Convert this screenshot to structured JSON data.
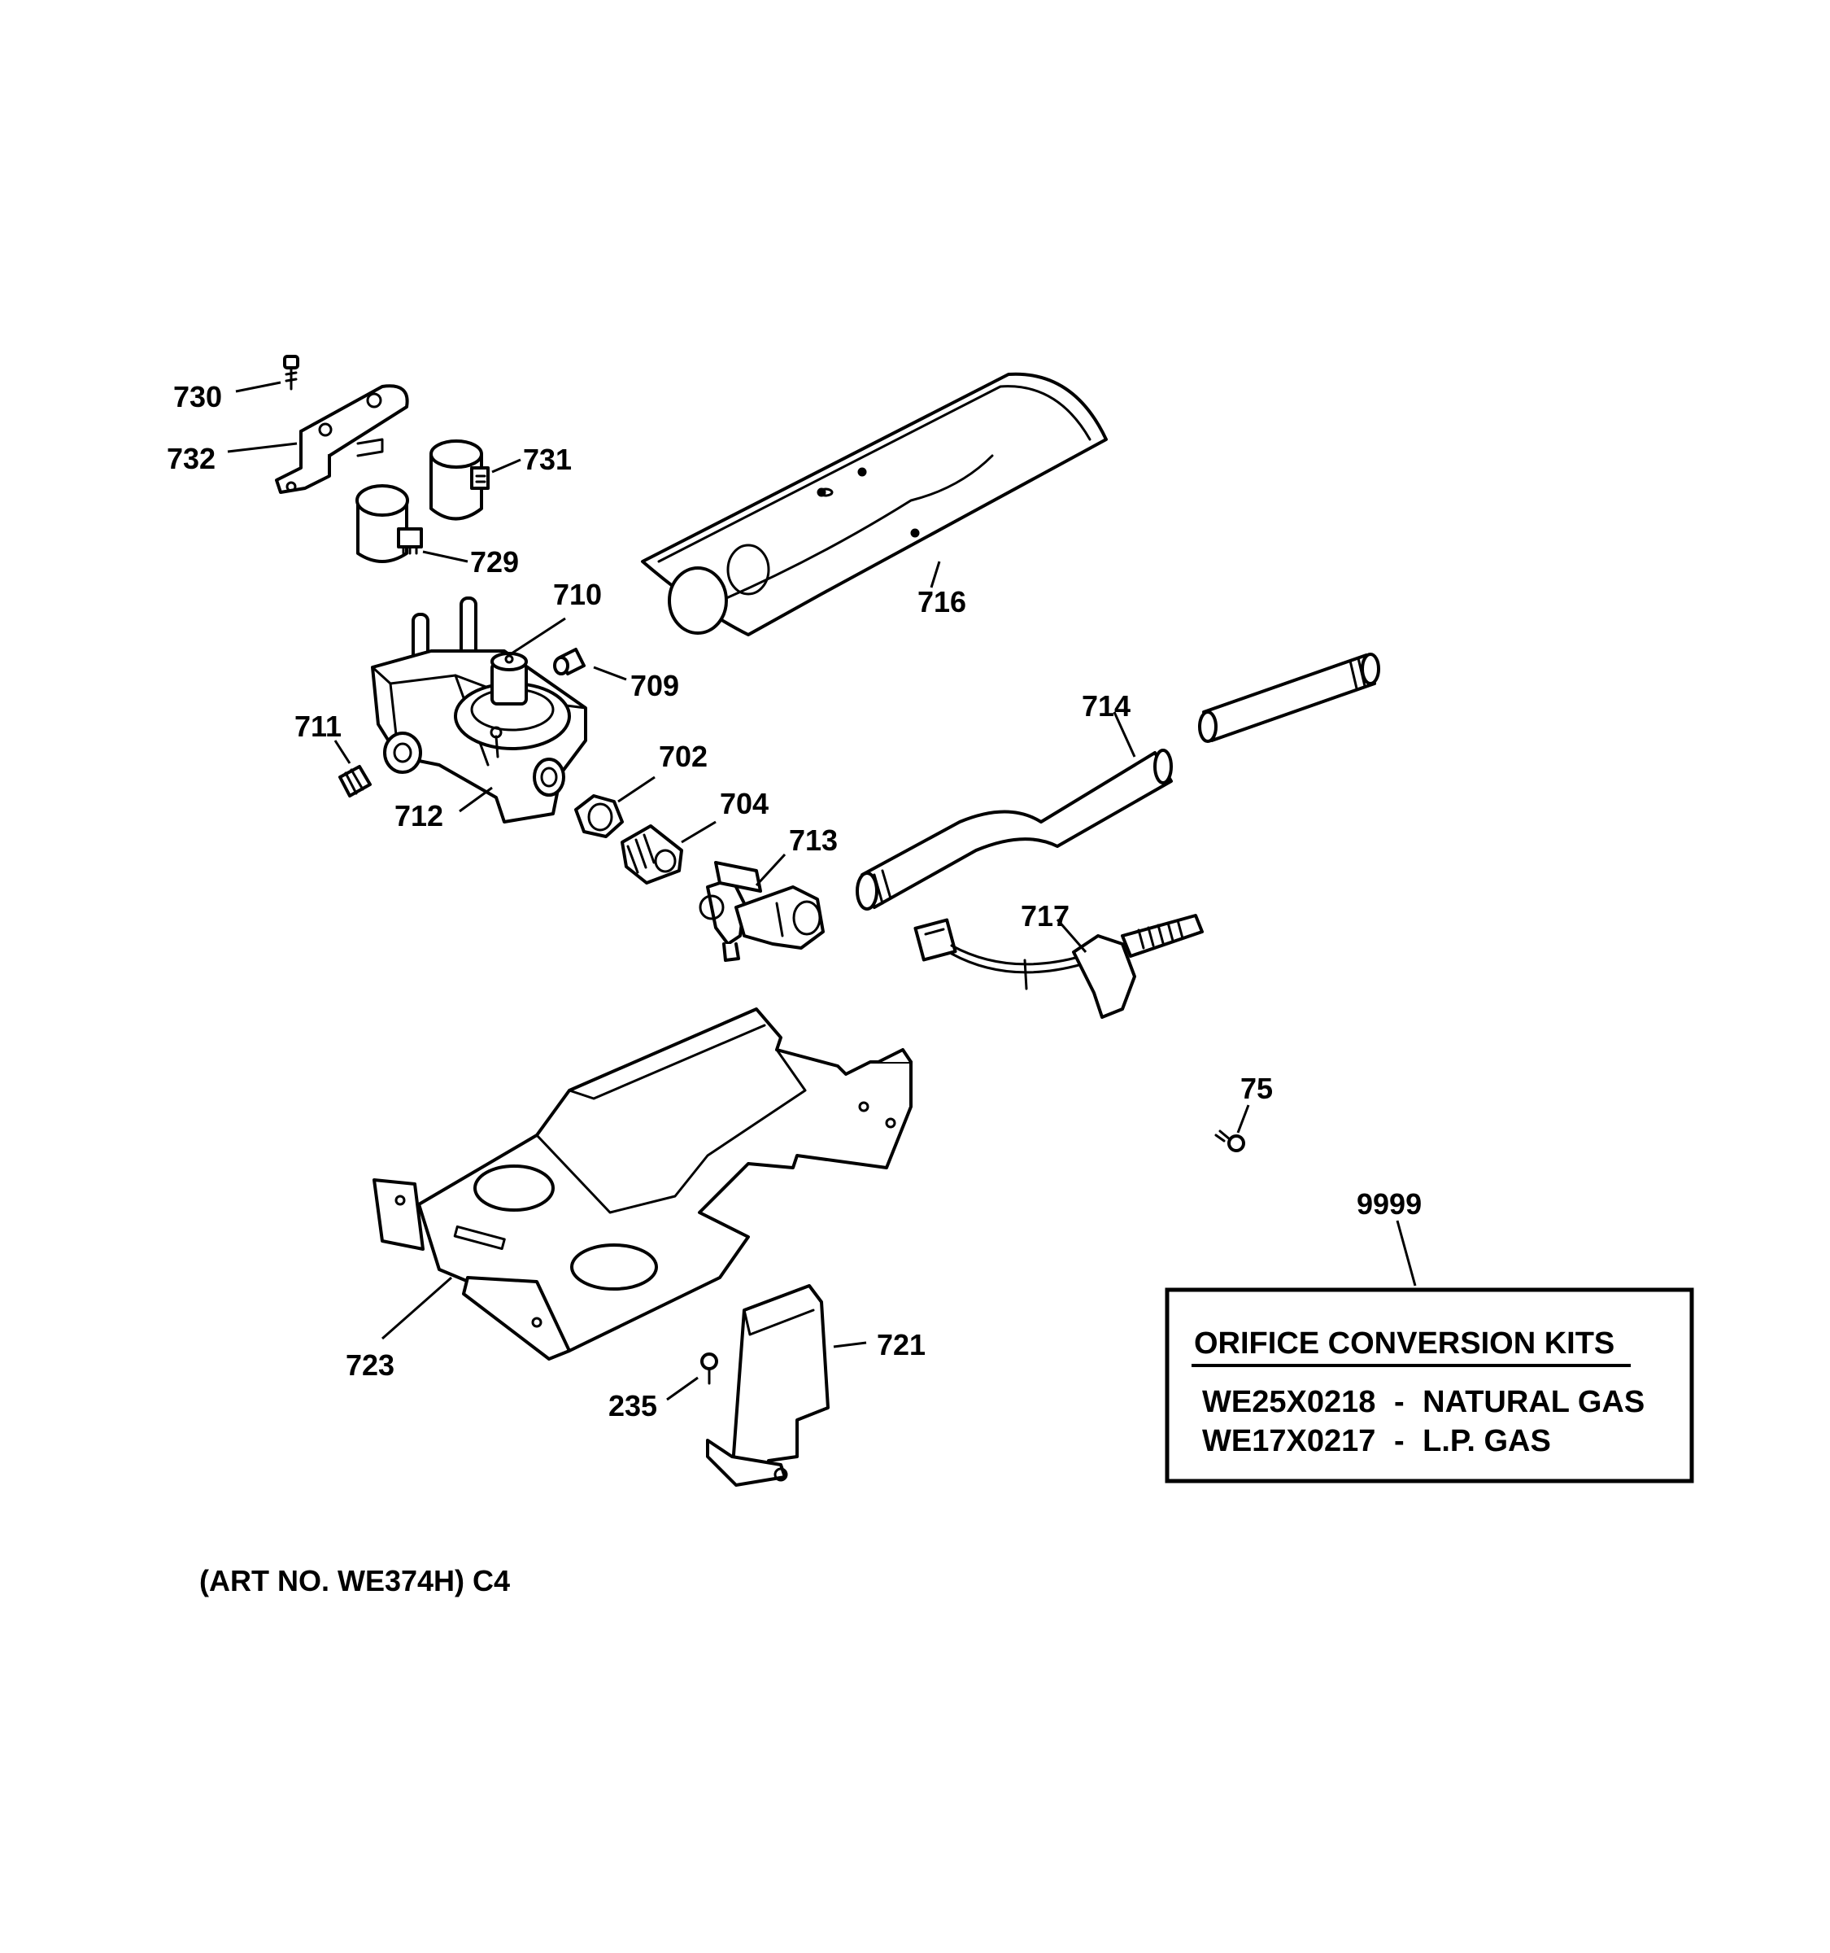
{
  "callouts": {
    "c730": "730",
    "c732": "732",
    "c731": "731",
    "c729": "729",
    "c710": "710",
    "c709": "709",
    "c711": "711",
    "c712": "712",
    "c702": "702",
    "c704": "704",
    "c713": "713",
    "c714": "714",
    "c716": "716",
    "c717": "717",
    "c75": "75",
    "c9999": "9999",
    "c723": "723",
    "c721": "721",
    "c235": "235"
  },
  "kit": {
    "title": "ORIFICE CONVERSION KITS",
    "lines": [
      {
        "part": "WE25X0218",
        "sep": "-",
        "desc": "NATURAL GAS"
      },
      {
        "part": "WE17X0217",
        "sep": "-",
        "desc": "L.P. GAS"
      }
    ]
  },
  "art_number": "(ART NO. WE374H) C4",
  "colors": {
    "ink": "#000000",
    "paper": "#ffffff"
  }
}
